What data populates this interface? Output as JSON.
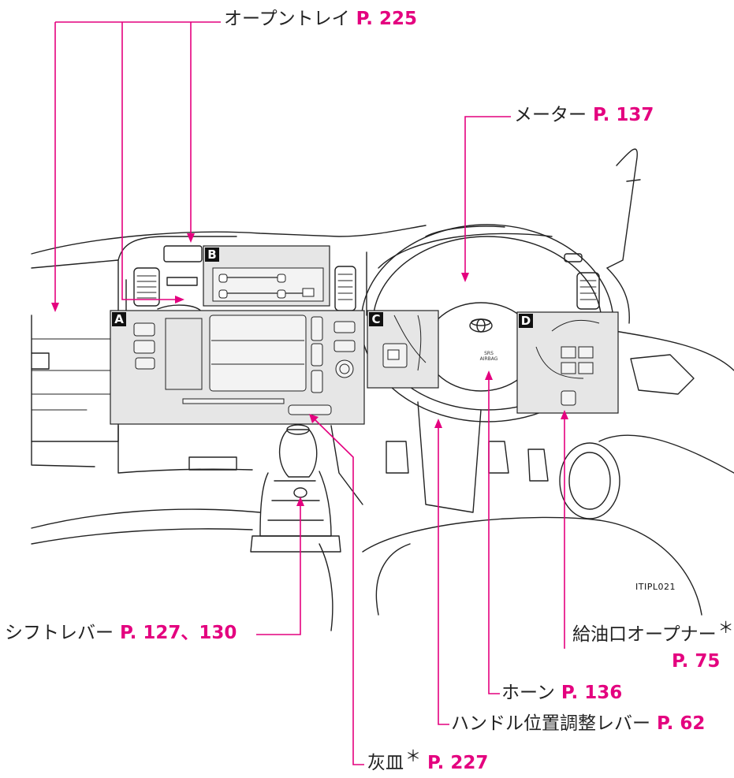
{
  "colors": {
    "callout_line": "#e4007f",
    "reference": "#e4007f",
    "drawing": "#222222",
    "inset_fill": "#e6e6e6"
  },
  "callouts": {
    "open_tray": {
      "label": "オープントレイ",
      "ref": "P. 225"
    },
    "meter": {
      "label": "メーター",
      "ref": "P. 137"
    },
    "shift_lever": {
      "label": "シフトレバー",
      "ref": "P. 127、130"
    },
    "fuel_opener": {
      "label": "給油口オープナー",
      "star": "＊",
      "ref": "P. 75"
    },
    "horn": {
      "label": "ホーン",
      "ref": "P. 136"
    },
    "tilt_lever": {
      "label": "ハンドル位置調整レバー",
      "ref": "P. 62"
    },
    "ashtray": {
      "label": "灰皿",
      "star": "＊",
      "ref": "P. 227"
    }
  },
  "insets": {
    "a": "A",
    "b": "B",
    "c": "C",
    "d": "D"
  },
  "airbag_text": {
    "line1": "SRS",
    "line2": "AIRBAG"
  },
  "image_code": "ITIPL021"
}
